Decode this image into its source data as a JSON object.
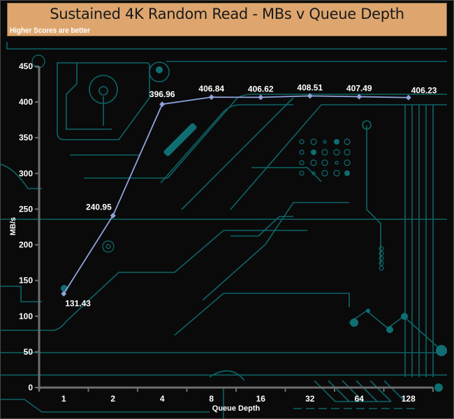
{
  "header": {
    "title": "Sustained 4K Random Read - MBs v Queue Depth",
    "subtitle": "Higher Scores are better"
  },
  "colors": {
    "header_bg": "#dea66e",
    "series": "#8fa3dc",
    "axis": "#6e6e6e",
    "circuit": "#0f6e72",
    "background": "#0a0a0a"
  },
  "chart_data": {
    "type": "line",
    "title": "Sustained 4K Random Read - MBs v Queue Depth",
    "subtitle": "Higher Scores are better",
    "xlabel": "Queue Depth",
    "ylabel": "MB/s",
    "categories": [
      "1",
      "2",
      "4",
      "8",
      "16",
      "32",
      "64",
      "128"
    ],
    "series": [
      {
        "name": "Sustained 4K Random Read",
        "values": [
          131.43,
          240.95,
          396.96,
          406.84,
          406.62,
          408.51,
          407.49,
          406.23
        ],
        "labels": [
          "131.43",
          "240.95",
          "396.96",
          "406.84",
          "406.62",
          "408.51",
          "407.49",
          "406.23"
        ]
      }
    ],
    "ylim": [
      0,
      450
    ],
    "yticks": [
      0,
      50,
      100,
      150,
      200,
      250,
      300,
      350,
      400,
      450
    ],
    "ytick_labels": [
      "0",
      "50",
      "100",
      "150",
      "200",
      "250",
      "300",
      "350",
      "400",
      "450"
    ],
    "grid": false,
    "legend": "none"
  }
}
